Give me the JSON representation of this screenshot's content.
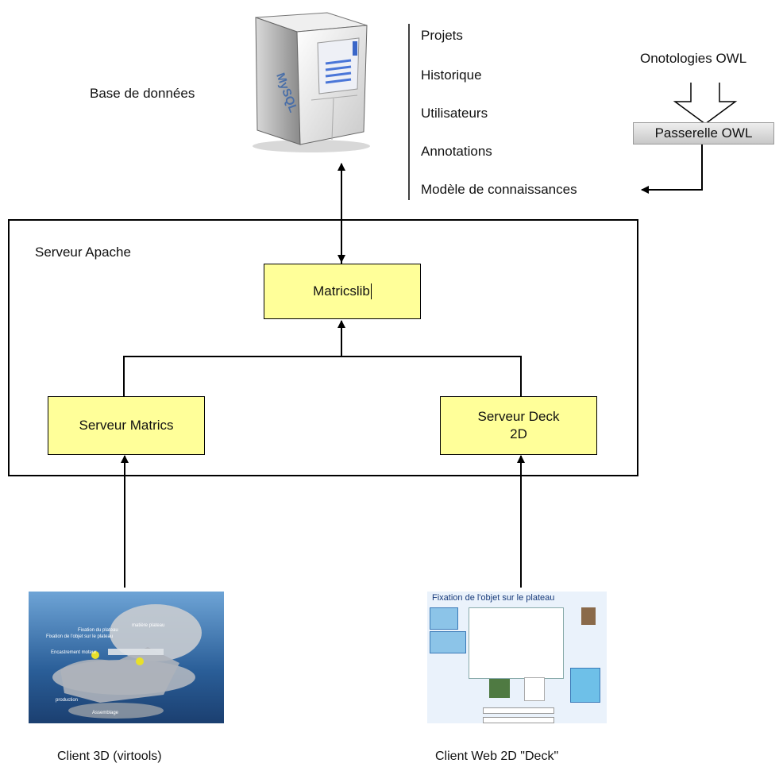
{
  "database": {
    "label": "Base de données",
    "logo": "MySQL"
  },
  "data_items": [
    "Projets",
    "Historique",
    "Utilisateurs",
    "Annotations",
    "Modèle de connaissances"
  ],
  "owl": {
    "title": "Onotologies OWL",
    "gateway": "Passerelle OWL"
  },
  "apache": {
    "title": "Serveur Apache",
    "lib": "Matricslib",
    "matrics": "Serveur Matrics",
    "deck_line1": "Serveur Deck",
    "deck_line2": "2D"
  },
  "clients": {
    "c3d_caption": "Client 3D (virtools)",
    "c2d_caption": "Client Web 2D \"Deck\"",
    "c3d_labels": [
      "Fixation de l'objet sur le plateau",
      "matière plateau",
      "Fixation du plateau",
      "Encastrement moteur",
      "Assemblage",
      "production"
    ],
    "c2d_title": "Fixation de l'objet sur le plateau"
  },
  "colors": {
    "box_fill": "#ffff99",
    "line": "#000000"
  }
}
